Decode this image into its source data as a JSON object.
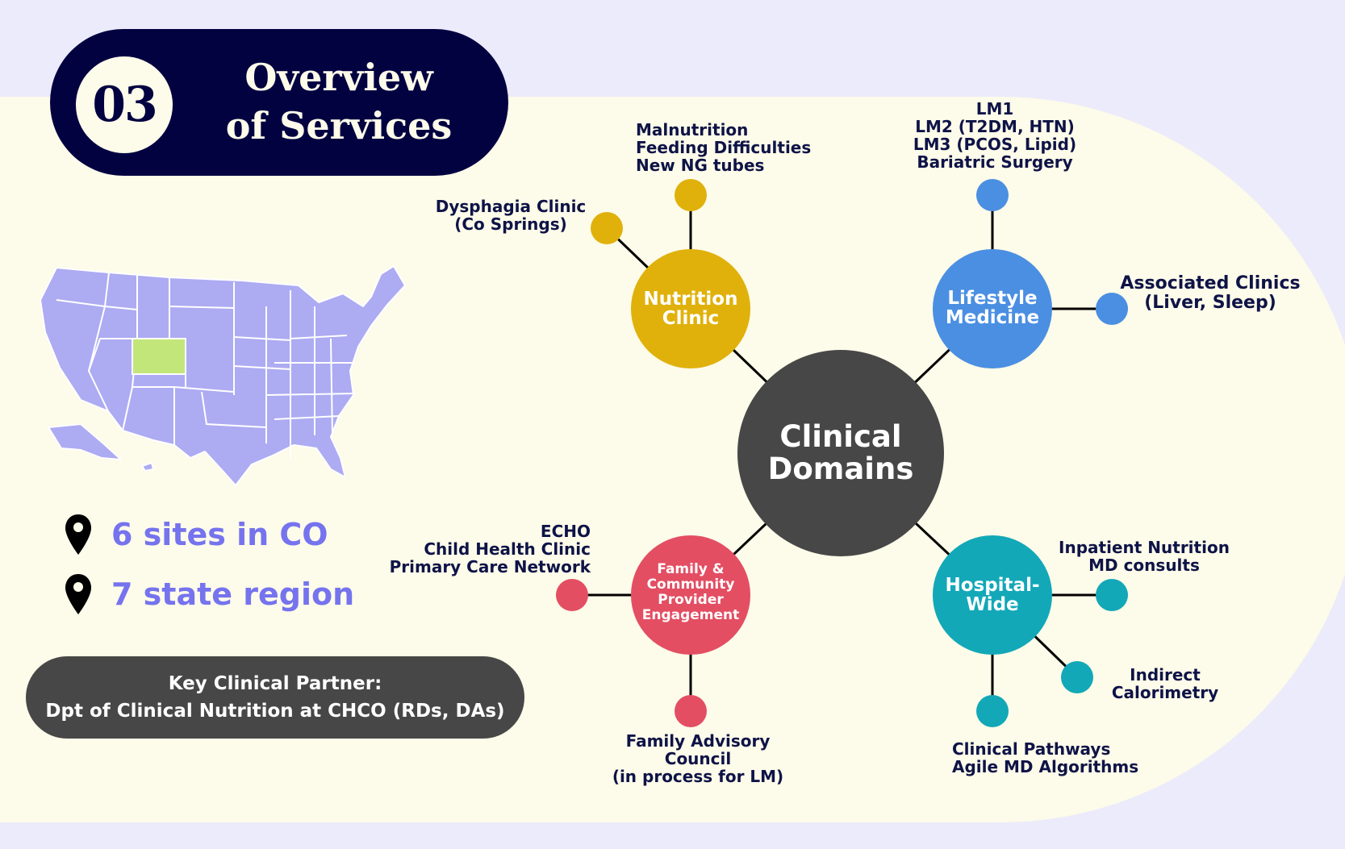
{
  "header": {
    "number": "03",
    "title": "Overview\nof Services"
  },
  "locations": [
    {
      "icon": "location-pin-icon",
      "text": "6 sites in CO"
    },
    {
      "icon": "location-pin-icon",
      "text": "7 state region"
    }
  ],
  "map": {
    "icon": "us-map-colorado-highlighted",
    "highlight_color": "#c3e67a",
    "base_color": "#adabf2"
  },
  "partner": {
    "line1": "Key Clinical Partner:",
    "line2": "Dpt of Clinical Nutrition at CHCO (RDs, DAs)"
  },
  "colors": {
    "navy": "#020241",
    "cream": "#fdfbe9",
    "lavender": "#ecebfb",
    "center": "#474747",
    "nutrition": "#e0b10b",
    "lifestyle": "#4a8fe2",
    "family": "#e34e63",
    "hospital": "#12a8b8"
  },
  "diagram": {
    "center": "Clinical\nDomains",
    "nodes": {
      "nutrition": "Nutrition\nClinic",
      "lifestyle": "Lifestyle\nMedicine",
      "family": "Family &\nCommunity\nProvider\nEngagement",
      "hospital": "Hospital-\nWide"
    },
    "labels": {
      "malnutrition": "Malnutrition\nFeeding Difficulties\nNew NG tubes",
      "dysphagia": "Dysphagia Clinic\n(Co Springs)",
      "lm": "LM1\nLM2 (T2DM, HTN)\nLM3 (PCOS, Lipid)\nBariatric Surgery",
      "associated": "Associated Clinics\n(Liver, Sleep)",
      "echo": "ECHO\nChild Health Clinic\nPrimary Care Network",
      "family_advisory": "Family Advisory\nCouncil\n(in process for LM)",
      "inpatient": "Inpatient Nutrition\nMD consults",
      "indirect": "Indirect\nCalorimetry",
      "pathways": "Clinical Pathways\nAgile MD Algorithms"
    }
  }
}
